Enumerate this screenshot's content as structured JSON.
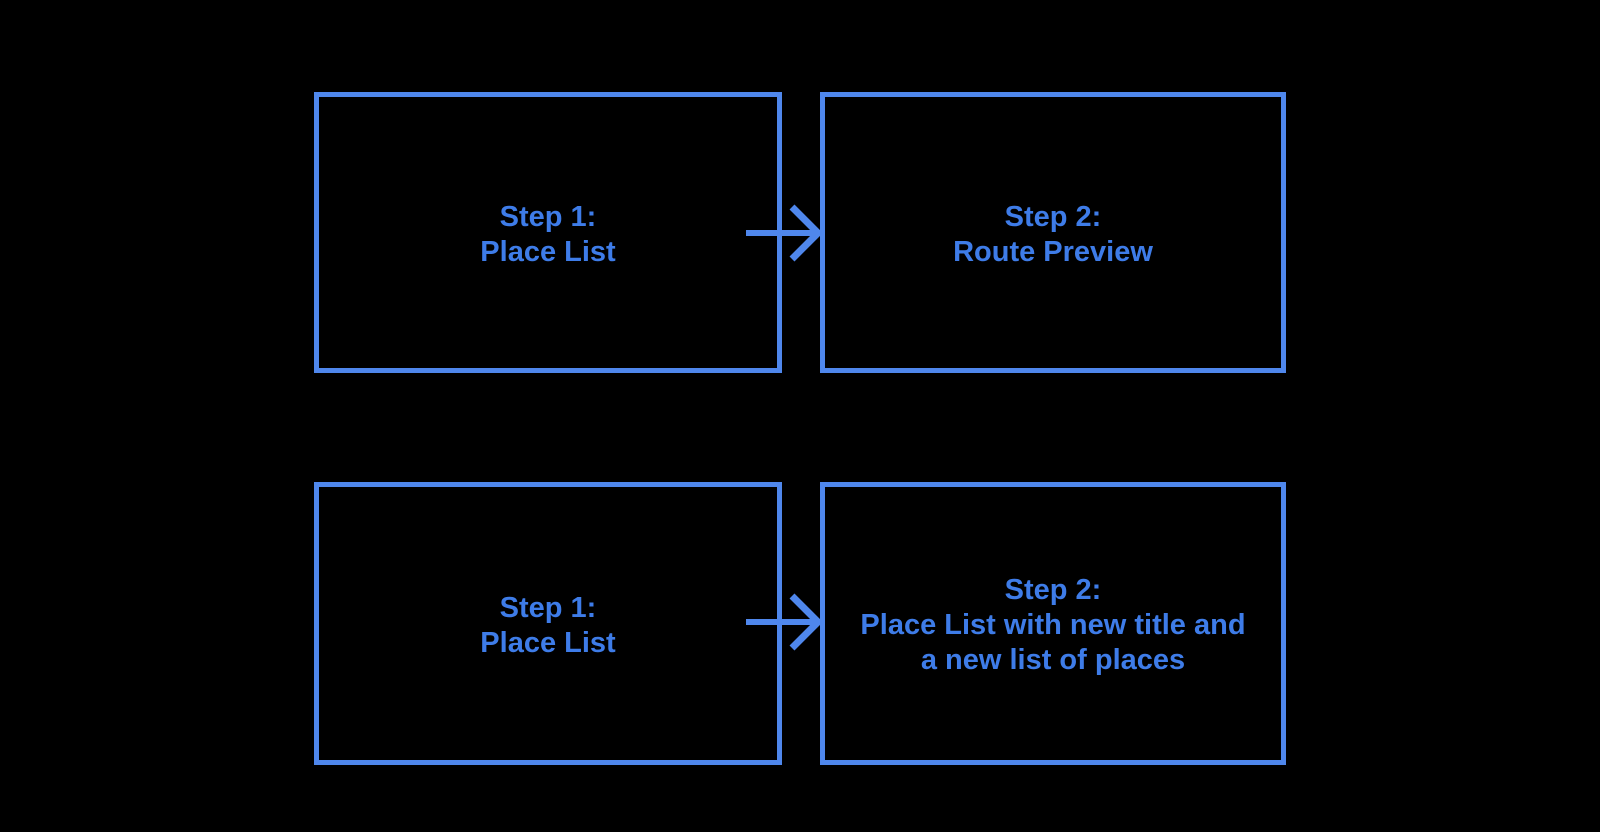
{
  "diagram": {
    "colors": {
      "background": "#000000",
      "accent": "#4f87ec",
      "text": "#3e7ce8"
    },
    "rows": [
      {
        "from": {
          "lines": [
            "Step 1:",
            "Place List"
          ]
        },
        "arrow_icon": "arrow-right",
        "to": {
          "lines": [
            "Step 2:",
            "Route Preview"
          ]
        }
      },
      {
        "from": {
          "lines": [
            "Step 1:",
            "Place List"
          ]
        },
        "arrow_icon": "arrow-right",
        "to": {
          "lines": [
            "Step 2:",
            "Place List with new title and",
            "a new list of places"
          ]
        }
      }
    ]
  }
}
